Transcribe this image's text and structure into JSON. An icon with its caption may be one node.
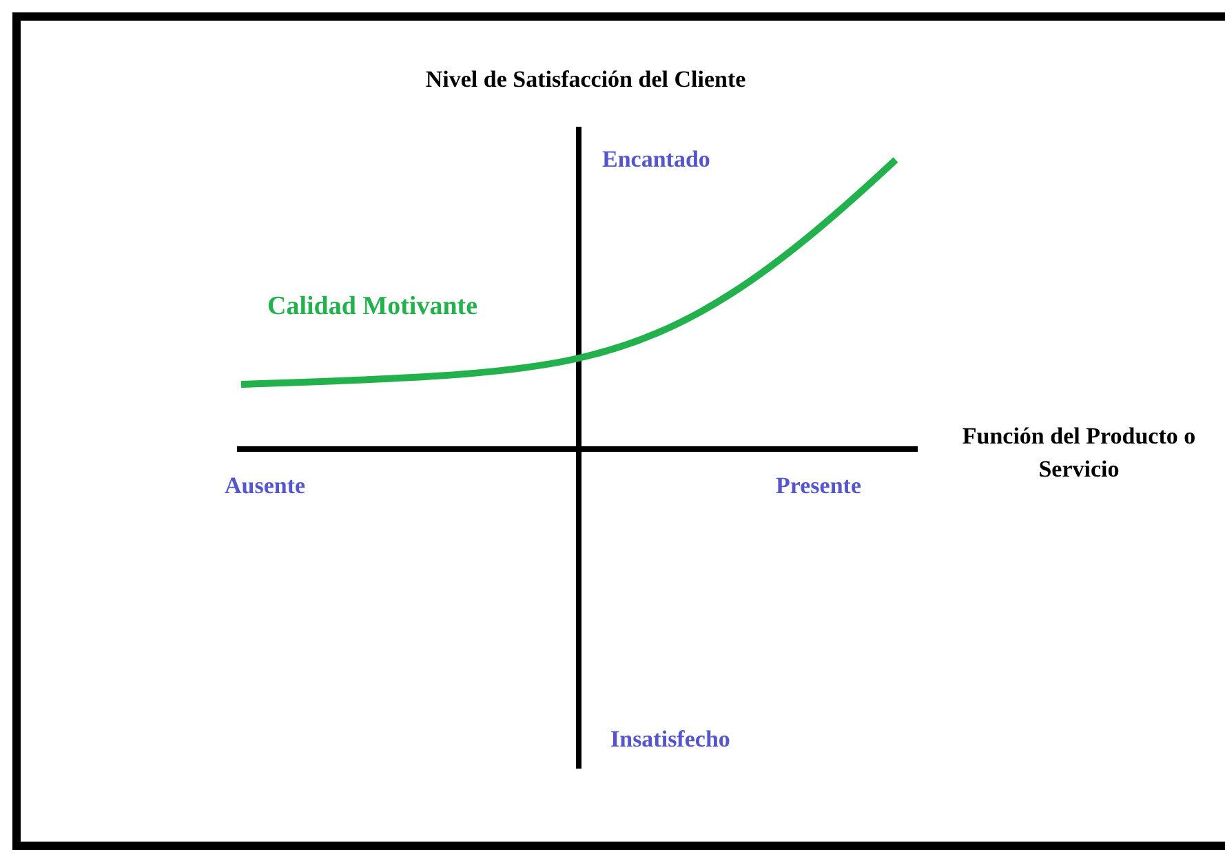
{
  "diagram": {
    "title": "Nivel de Satisfacción del Cliente",
    "labels": [
      "Encantado",
      "Calidad Motivante",
      "Función del Producto o Servicio",
      "Ausente",
      "Presente",
      "Insatisfecho"
    ]
  }
}
